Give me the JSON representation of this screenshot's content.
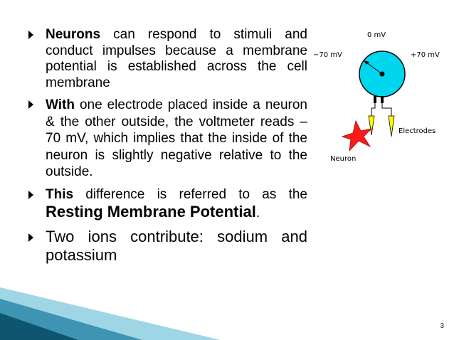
{
  "bullets": [
    {
      "lead": "Neurons",
      "text": " can respond to stimuli and conduct impulses because a membrane potential is established across the cell membrane"
    },
    {
      "lead": "With",
      "text": " one electrode placed inside a neuron & the other outside, the voltmeter reads – 70 mV, which implies that the inside of the neuron is slightly negative relative to the outside."
    },
    {
      "lead": "This",
      "text": " difference is referred to as the ",
      "emph": "Resting Membrane Potential",
      "tail": "."
    },
    {
      "text": "Two ions contribute: sodium and potassium"
    }
  ],
  "diagram": {
    "zero_label": "0 mV",
    "minus_label": "−70 mV",
    "plus_label": "+70 mV",
    "electrodes_label": "Electrodes",
    "neuron_label": "Neuron",
    "meter_color": "#00d7ee",
    "neuron_color": "#ff1a1a",
    "electrode_color": "#ffff00"
  },
  "page_number": "3",
  "colors": {
    "accent_dark": "#0f5570",
    "accent_light": "#9fd6e6"
  }
}
